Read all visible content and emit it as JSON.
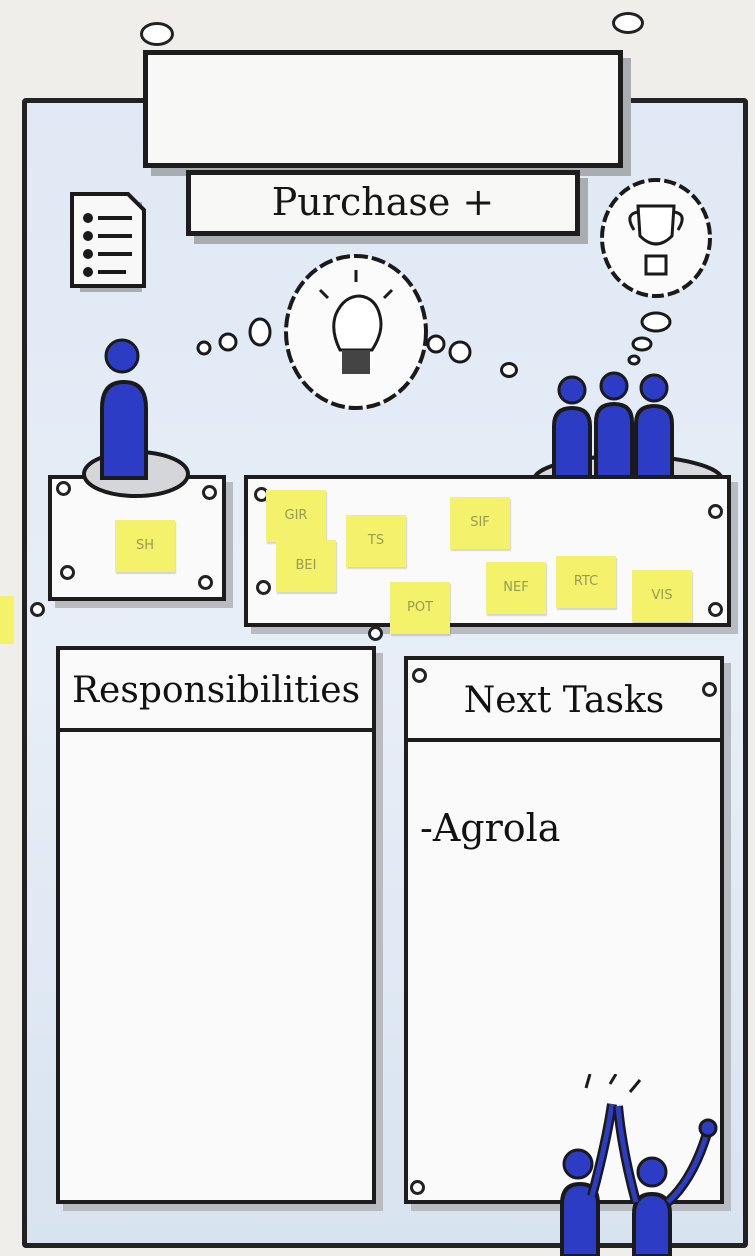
{
  "title": "Purchase +",
  "sections": {
    "responsibilities": {
      "heading": "Responsibilities"
    },
    "next_tasks": {
      "heading": "Next Tasks",
      "items": [
        "-Agrola"
      ]
    }
  },
  "sticky_notes": [
    "SH",
    "GIR",
    "BEI",
    "TS",
    "SIF",
    "POT",
    "NEF",
    "RTC",
    "VIS"
  ],
  "icons": [
    "checklist-icon",
    "lightbulb-icon",
    "trophy-icon",
    "person-icon",
    "team-icon",
    "high-five-icon"
  ],
  "colors": {
    "board": "#e2eaf5",
    "marker_blue": "#2c3cc4",
    "sticky_yellow": "#f4f16b",
    "ink": "#1d1d1d"
  }
}
